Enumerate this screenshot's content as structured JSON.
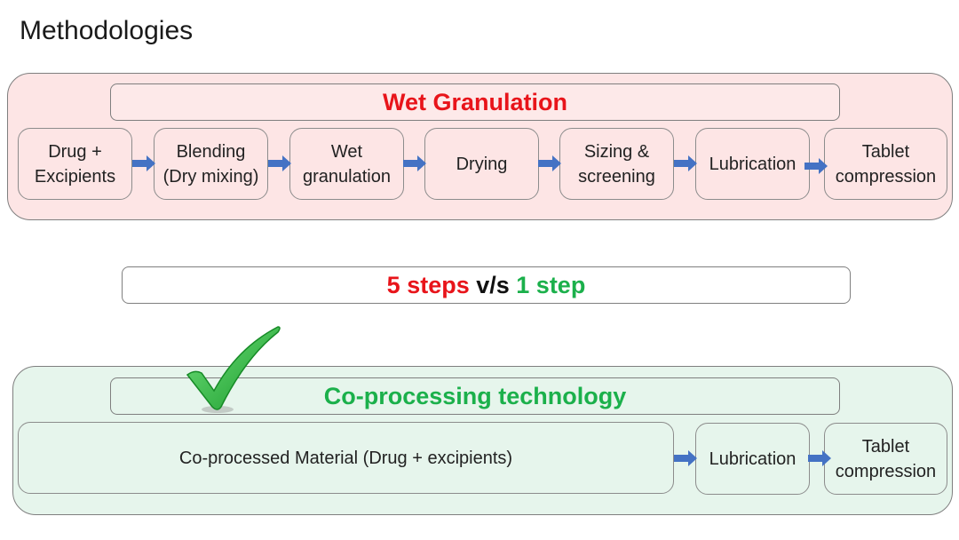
{
  "page_title": "Methodologies",
  "wet_granulation": {
    "heading": "Wet Granulation",
    "steps": [
      "Drug +\nExcipients",
      "Blending\n(Dry mixing)",
      "Wet\ngranulation",
      "Drying",
      "Sizing &\nscreening",
      "Lubrication",
      "Tablet\ncompression"
    ]
  },
  "comparison": {
    "left": "5 steps",
    "middle": " v/s ",
    "right": "1 step"
  },
  "co_processing": {
    "heading": "Co-processing technology",
    "steps": [
      "Co-processed Material  (Drug + excipients)",
      "Lubrication",
      "Tablet\ncompression"
    ]
  },
  "colors": {
    "red": "#e8141a",
    "green": "#1bb04b",
    "arrow": "#4472c4",
    "wet_bg": "#fde5e5",
    "co_bg": "#e6f5ec"
  }
}
